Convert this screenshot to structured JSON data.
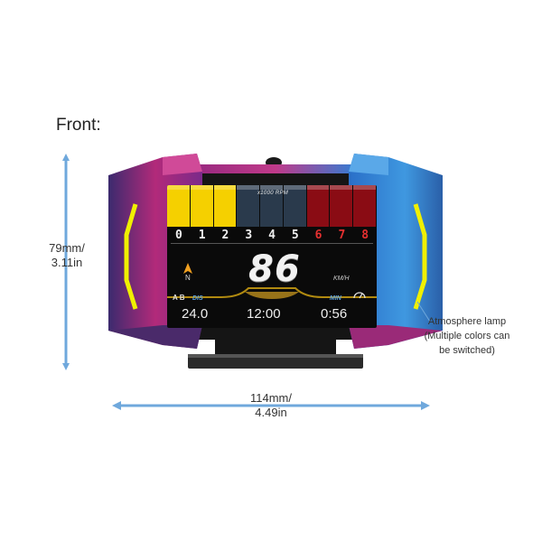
{
  "labels": {
    "front": "Front:",
    "height_line1": "79mm/",
    "height_line2": "3.11in",
    "width_line1": "114mm/",
    "width_line2": "4.49in",
    "atmo_line1": "Atmosphere lamp",
    "atmo_line2": "(Multiple colors can",
    "atmo_line3": "be switched)"
  },
  "screen": {
    "rpm_unit": "x1000 RPM",
    "rpm_numbers": [
      "0",
      "1",
      "2",
      "3",
      "4",
      "5",
      "6",
      "7",
      "8"
    ],
    "rpm_bar_colors": [
      "#f5d000",
      "#f5d000",
      "#f5d000",
      "#2a3a4c",
      "#2a3a4c",
      "#2a3a4c",
      "#8a0c14",
      "#8a0c14",
      "#8a0c14"
    ],
    "rpm_number_colors": [
      "#f0f0f0",
      "#f0f0f0",
      "#f0f0f0",
      "#f0f0f0",
      "#f0f0f0",
      "#f0f0f0",
      "#e53030",
      "#e53030",
      "#e53030"
    ],
    "compass_letter": "N",
    "speed": "86",
    "speed_unit": "KM/H",
    "ab_label": "A B",
    "dis_label": "DIS",
    "min_label": "MIN",
    "distance": "24.0",
    "clock": "12:00",
    "minutes": "0:56"
  },
  "colors": {
    "accent_blue": "#6fa8dc",
    "lamp_yellow": "#f0f000",
    "housing_magenta": "#b02a78",
    "housing_blue": "#3a8fd8"
  }
}
